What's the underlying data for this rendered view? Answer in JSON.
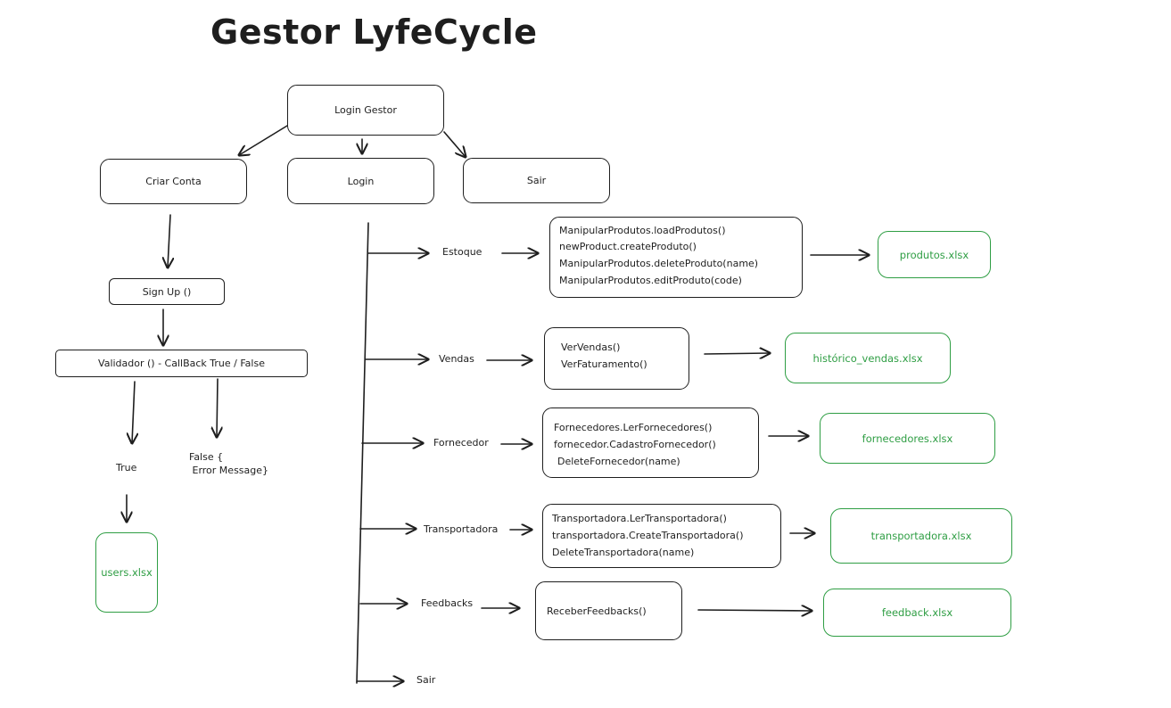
{
  "title": "Gestor LyfeCycle",
  "top": {
    "login_gestor": "Login Gestor",
    "criar_conta": "Criar Conta",
    "login": "Login",
    "sair": "Sair"
  },
  "signup": {
    "sign_up": "Sign Up ()",
    "validador": "Validador () - CallBack True / False",
    "true_label": "True",
    "false_line1": "False {",
    "false_line2": " Error Message}",
    "users_file": "users.xlsx"
  },
  "menu": {
    "estoque": {
      "label": "Estoque",
      "methods": [
        "ManipularProdutos.loadProdutos()",
        "newProduct.createProduto()",
        "ManipularProdutos.deleteProduto(name)",
        "ManipularProdutos.editProduto(code)"
      ],
      "file": "produtos.xlsx"
    },
    "vendas": {
      "label": "Vendas",
      "methods": [
        "VerVendas()",
        "VerFaturamento()"
      ],
      "file": "histórico_vendas.xlsx"
    },
    "fornecedor": {
      "label": "Fornecedor",
      "methods": [
        "Fornecedores.LerFornecedores()",
        "fornecedor.CadastroFornecedor()",
        "DeleteFornecedor(name)"
      ],
      "file": "fornecedores.xlsx"
    },
    "transportadora": {
      "label": "Transportadora",
      "methods": [
        "Transportadora.LerTransportadora()",
        "transportadora.CreateTransportadora()",
        "DeleteTransportadora(name)"
      ],
      "file": "transportadora.xlsx"
    },
    "feedbacks": {
      "label": "Feedbacks",
      "methods": [
        "ReceberFeedbacks()"
      ],
      "file": "feedback.xlsx"
    },
    "sair": {
      "label": "Sair"
    }
  },
  "colors": {
    "stroke": "#1e1e1e",
    "file_green": "#2f9e44"
  }
}
